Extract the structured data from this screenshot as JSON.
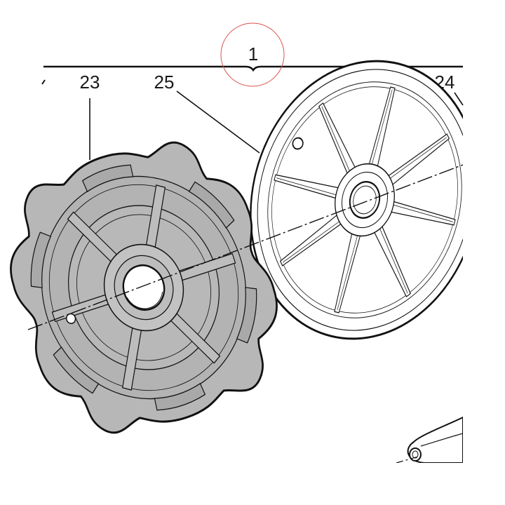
{
  "callouts": {
    "assembly": "1",
    "left_part": "23",
    "middle_part": "25",
    "right_part": "24"
  },
  "colors": {
    "line": "#111111",
    "part_fill": "#b7b7b7",
    "part_shadow": "#9d9d9d",
    "highlight_circle": "#d9534f"
  }
}
